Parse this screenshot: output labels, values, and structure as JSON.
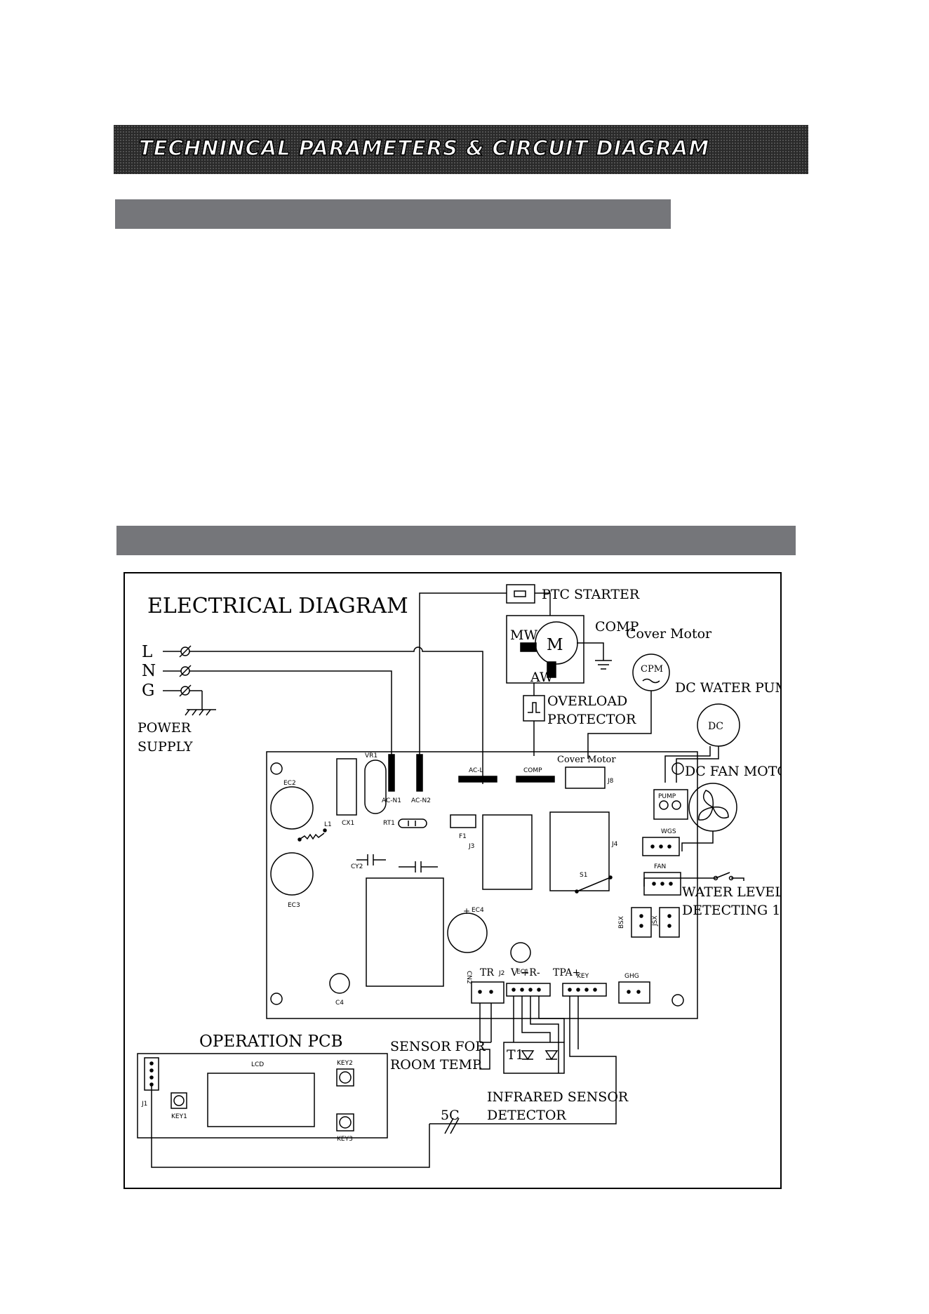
{
  "header": {
    "title": "TECHNINCAL PARAMETERS & CIRCUIT DIAGRAM"
  },
  "diagram": {
    "title": "ELECTRICAL DIAGRAM",
    "power": {
      "L": "L",
      "N": "N",
      "G": "G",
      "label_line1": "POWER",
      "label_line2": "SUPPLY"
    },
    "components": {
      "ptc_starter": "PTC STARTER",
      "comp": "COMP",
      "mw": "MW",
      "aw": "AW",
      "m": "M",
      "cover_motor": "Cover Motor",
      "cpm": "CPM",
      "overload_line1": "OVERLOAD",
      "overload_line2": "PROTECTOR",
      "dc_water_pump": "DC WATER PUMP",
      "dc": "DC",
      "dc_fan_motor": "DC FAN MOTOR",
      "water_level_line1": "WATER LEVEL",
      "water_level_line2": "DETECTING 1",
      "sensor_line1": "SENSOR FOR",
      "sensor_line2": "ROOM TEMP.",
      "infrared_line1": "INFRARED SENSOR",
      "infrared_line2": "DETECTOR",
      "t1": "T1",
      "cable": "5C"
    },
    "pcb_labels": {
      "ec2": "EC2",
      "cx1": "CX1",
      "vr1": "VR1",
      "rt1": "RT1",
      "ac_n1": "AC-N1",
      "ac_n2": "AC-N2",
      "ac_l": "AC-L",
      "comp": "COMP",
      "cover_motor": "Cover Motor",
      "j8": "J8",
      "f1": "F1",
      "j3": "J3",
      "j4": "J4",
      "l1": "L1",
      "cy2": "CY2",
      "ec3": "EC3",
      "ec4": "EC4",
      "s1": "S1",
      "pump": "PUMP",
      "wgs": "WGS",
      "fan": "FAN",
      "bsx": "BSX",
      "jsx": "JSX",
      "ec1": "EC1",
      "c4": "C4",
      "cn2": "CN2",
      "tr": "TR",
      "j2": "J2",
      "vr": "V +R-",
      "tpa": "TPA+",
      "key": "KEY",
      "ghg": "GHG"
    },
    "operation_pcb": {
      "title": "OPERATION PCB",
      "lcd": "LCD",
      "key1": "KEY1",
      "key2": "KEY2",
      "key3": "KEY3",
      "j1": "J1"
    }
  }
}
